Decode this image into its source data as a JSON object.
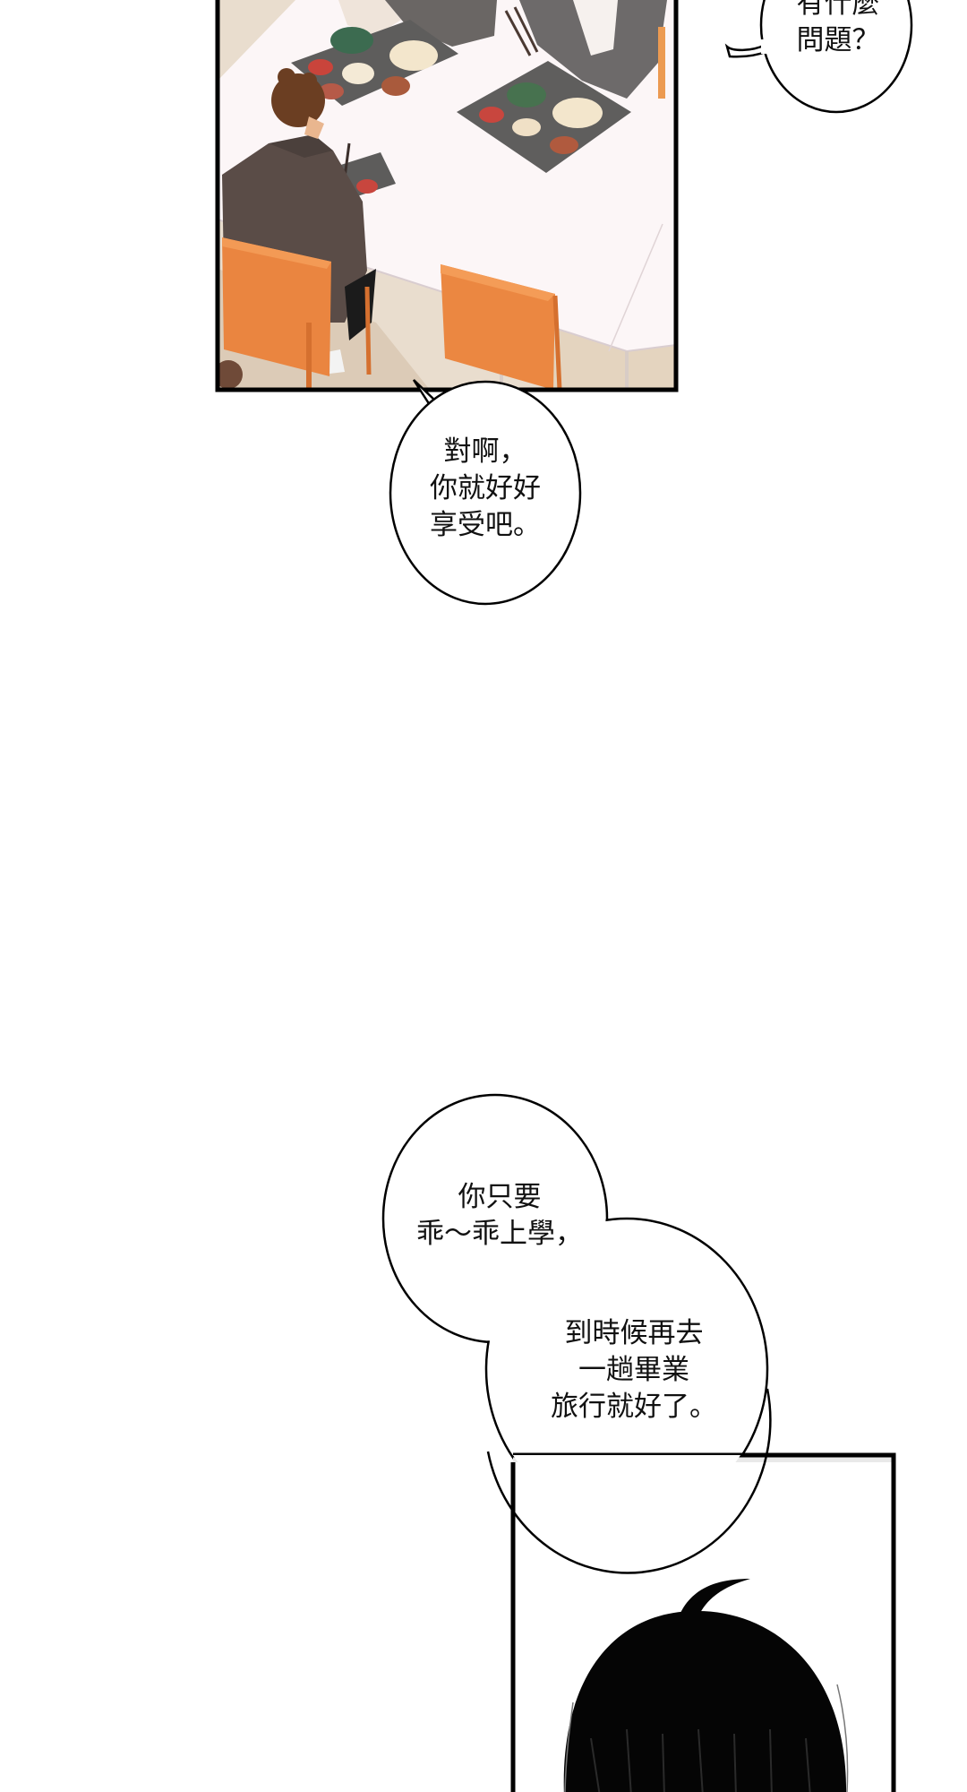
{
  "comic": {
    "bubbles": {
      "top_right": {
        "lines": [
          "有什麼",
          "問題？"
        ]
      },
      "middle": {
        "lines": [
          "對啊，",
          "你就好好",
          "享受吧。"
        ]
      },
      "cloud_upper": {
        "lines": [
          "你只要",
          "乖～乖上學，"
        ]
      },
      "cloud_lower": {
        "lines": [
          "到時候再去",
          "一趟畢業",
          "旅行就好了。"
        ]
      }
    }
  },
  "colors": {
    "panel_border": "#000000",
    "table": "#fbf5f6",
    "floor": "#e8dccd",
    "chair": "#e9843d",
    "tray": "#5c5c5c",
    "jacket": "#5a4d48",
    "hair_brown": "#6b3e22",
    "hair_black": "#050505"
  }
}
